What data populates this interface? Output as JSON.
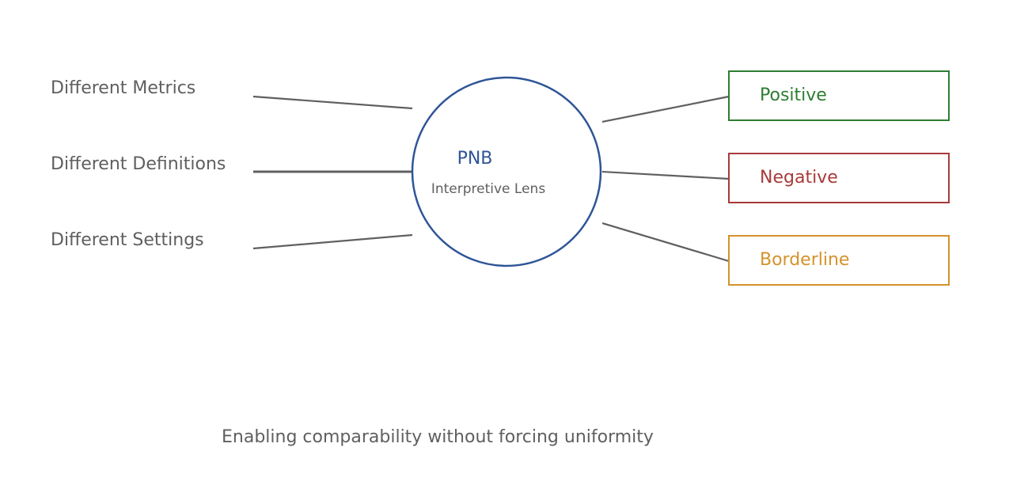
{
  "inputs": [
    {
      "label": "Different Metrics"
    },
    {
      "label": "Different Definitions"
    },
    {
      "label": "Different Settings"
    }
  ],
  "lens": {
    "title": "PNB",
    "subtitle": "Interpretive Lens",
    "color": "#2f5597"
  },
  "outputs": [
    {
      "label": "Positive",
      "color": "#2e7d32"
    },
    {
      "label": "Negative",
      "color": "#a83a3a"
    },
    {
      "label": "Borderline",
      "color": "#d4922b"
    }
  ],
  "caption": "Enabling comparability without forcing uniformity",
  "connector_color": "#606060"
}
